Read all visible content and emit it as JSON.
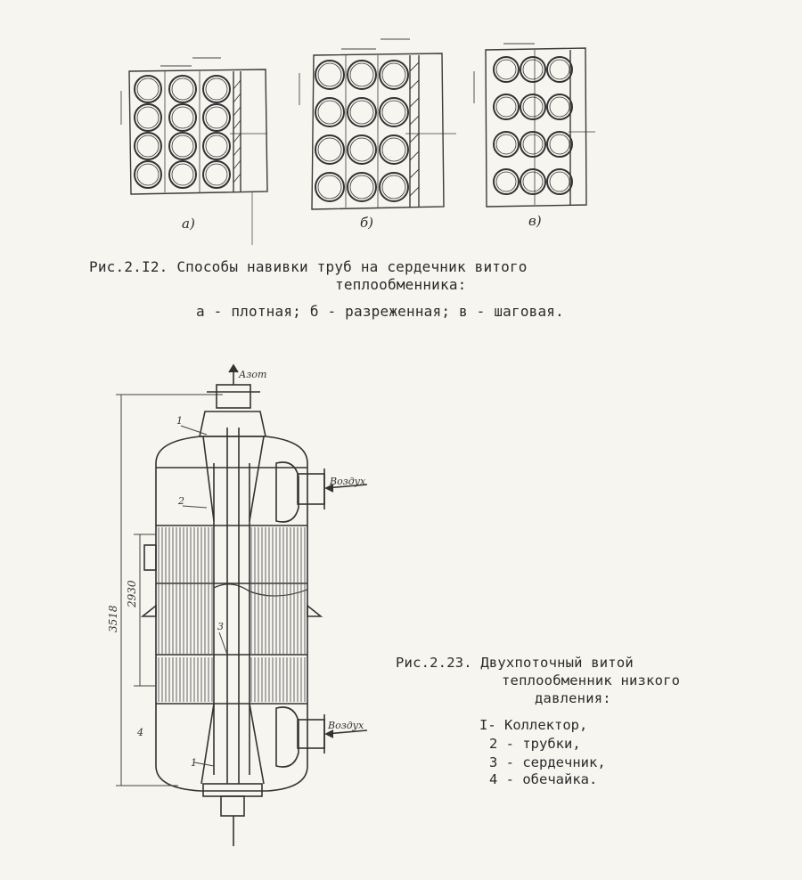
{
  "figure_2_12": {
    "caption_line1": "Рис.2.I2. Способы навивки труб на сердечник  витого",
    "caption_line2": "теплообменника:",
    "caption_line3": "а - плотная; б - разреженная; в - шаговая.",
    "sublabels": [
      "а)",
      "б)",
      "в)"
    ]
  },
  "figure_2_23": {
    "caption_line1": "Рис.2.23. Двухпоточный витой",
    "caption_line2": "теплообменник низкого",
    "caption_line3": "давления:",
    "legend": [
      "I- Коллектор,",
      "2 - трубки,",
      "3 - сердечник,",
      "4 - обечайка."
    ],
    "flow_labels": {
      "top": "Азот",
      "right_upper": "Воздух",
      "right_lower": "Воздух"
    },
    "dimensions": {
      "overall": "3518",
      "bundle": "2930"
    },
    "callouts": [
      "1",
      "2",
      "3",
      "4",
      "1"
    ]
  }
}
